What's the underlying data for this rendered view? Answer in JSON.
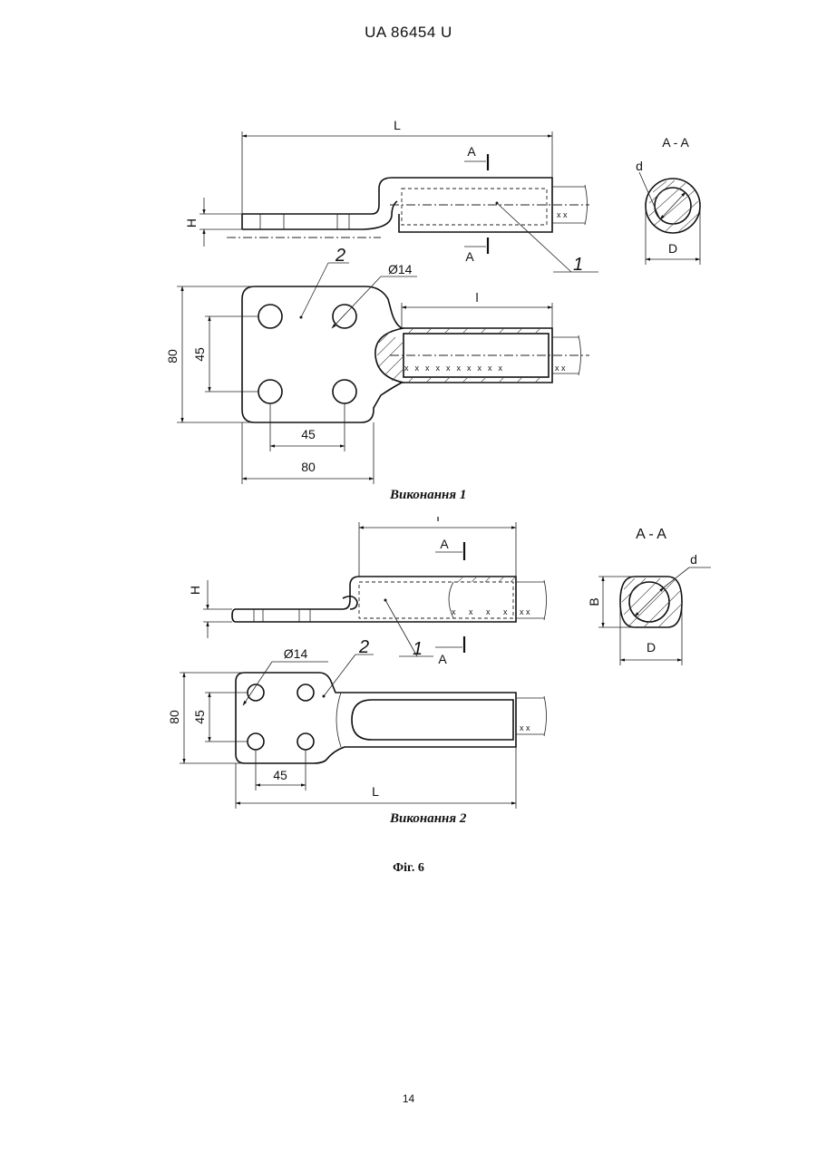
{
  "header": {
    "patent_number": "UA   86454   U"
  },
  "drawing1": {
    "dim_L": "L",
    "dim_H": "H",
    "dim_l": "l",
    "section_mark": "A",
    "section_title": "A - A",
    "dim_d": "d",
    "dim_D": "D",
    "leader_1": "1",
    "leader_2": "2",
    "hole_diameter": "Ø14",
    "dim_80_vertical": "80",
    "dim_45_vertical": "45",
    "dim_45_horizontal": "45",
    "dim_80_horizontal": "80",
    "caption": "Виконання 1"
  },
  "drawing2": {
    "dim_l": "l",
    "dim_H": "H",
    "section_mark": "A",
    "section_title": "A - A",
    "dim_d": "d",
    "dim_B": "B",
    "dim_D": "D",
    "leader_1": "1",
    "leader_2": "2",
    "hole_diameter": "Ø14",
    "dim_80_vertical": "80",
    "dim_45_vertical": "45",
    "dim_45_horizontal": "45",
    "dim_L": "L",
    "caption": "Виконання 2"
  },
  "figure_label": "Фіг. 6",
  "page_number": "14"
}
